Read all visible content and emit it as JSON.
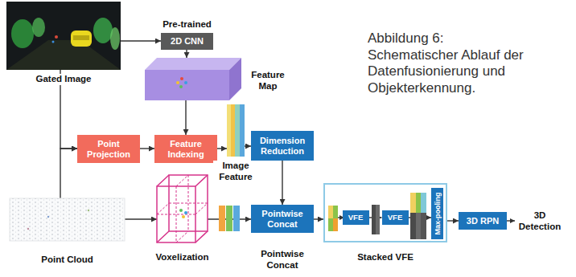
{
  "diagram": {
    "caption": "Abbildung 6: Schematischer Ablauf der Datenfusionierung und Objekterkennung.",
    "nodes": [
      {
        "text": [
          "Gated Image"
        ]
      },
      {
        "text": [
          "Pre-trained",
          "2D CNN"
        ]
      },
      {
        "text": [
          "Feature Map"
        ]
      },
      {
        "text": [
          "Point Projection"
        ]
      },
      {
        "text": [
          "Feature Indexing"
        ]
      },
      {
        "text": [
          "Image Feature"
        ]
      },
      {
        "text": [
          "Dimension Reduction"
        ]
      },
      {
        "text": [
          "Point Cloud"
        ]
      },
      {
        "text": [
          "Voxelization"
        ]
      },
      {
        "text": [
          "Pointwise Concat",
          "Pointwise Concat"
        ]
      },
      {
        "text": [
          "Stacked VFE"
        ]
      },
      {
        "text": [
          "VFE"
        ],
        "in": 10
      },
      {
        "text": [
          "VFE"
        ],
        "in": 10
      },
      {
        "text": [
          "Max-pooling"
        ],
        "in": 10
      },
      {
        "text": [
          "3D RPN"
        ]
      }
    ],
    "edges": [
      {
        "from": 0,
        "to": 1,
        "arrow": "to"
      },
      {
        "from": 1,
        "to": 2,
        "arrow": "to"
      },
      {
        "from": 2,
        "to": 4,
        "arrow": "to"
      },
      {
        "from": 0,
        "to": 3,
        "arrow": "to"
      },
      {
        "from": 7,
        "to": 3,
        "arrow": "to"
      },
      {
        "from": 3,
        "to": 4,
        "arrow": "to"
      },
      {
        "from": 4,
        "to": 5,
        "arrow": "to"
      },
      {
        "from": 5,
        "to": 6,
        "arrow": "to"
      },
      {
        "from": 6,
        "to": 9,
        "arrow": "to"
      },
      {
        "from": 7,
        "to": 8,
        "arrow": "to"
      },
      {
        "from": 8,
        "to": 9,
        "arrow": "to"
      },
      {
        "from": 9,
        "to": 10,
        "arrow": "to"
      },
      {
        "from": 11,
        "to": 12,
        "arrow": "to"
      },
      {
        "from": 12,
        "to": 13,
        "arrow": "to"
      },
      {
        "from": 10,
        "to": 14,
        "arrow": "to"
      }
    ],
    "labels": [
      "3D Detection"
    ]
  }
}
